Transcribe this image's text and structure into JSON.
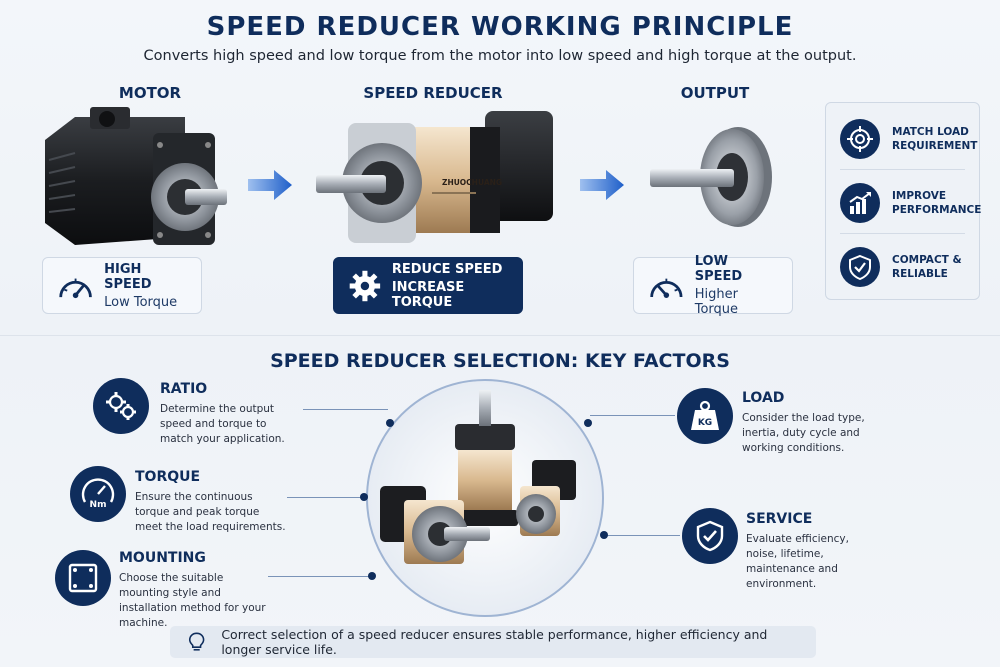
{
  "title": "SPEED REDUCER WORKING PRINCIPLE",
  "subtitle": "Converts high speed and low torque from the motor into low speed and high torque at the output.",
  "stages": [
    {
      "label": "MOTOR",
      "line1": "HIGH SPEED",
      "line2": "Low Torque",
      "icon": "speedometer-icon"
    },
    {
      "label": "SPEED REDUCER",
      "line1": "REDUCE SPEED",
      "line2": "INCREASE TORQUE",
      "icon": "gear-icon",
      "product_text": "ZHUOCHUANG"
    },
    {
      "label": "OUTPUT",
      "line1": "LOW SPEED",
      "line2": "Higher Torque",
      "icon": "speedometer-icon"
    }
  ],
  "benefits": [
    {
      "text": "MATCH LOAD REQUIREMENT",
      "icon": "target-icon"
    },
    {
      "text": "IMPROVE PERFORMANCE",
      "icon": "bar-chart-icon"
    },
    {
      "text": "COMPACT & RELIABLE",
      "icon": "shield-check-icon"
    }
  ],
  "selection_title": "SPEED REDUCER SELECTION: KEY FACTORS",
  "factors": {
    "ratio": {
      "title": "RATIO",
      "desc": "Determine the output speed and torque to match your application.",
      "icon": "gears-icon"
    },
    "torque": {
      "title": "TORQUE",
      "desc": "Ensure the continuous torque and peak torque meet the load requirements.",
      "icon": "gauge-icon",
      "unit": "Nm"
    },
    "mounting": {
      "title": "MOUNTING",
      "desc": "Choose the suitable mounting style and installation method for your machine.",
      "icon": "mounting-plate-icon"
    },
    "load": {
      "title": "LOAD",
      "desc": "Consider the load type, inertia, duty cycle and working conditions.",
      "icon": "weight-icon",
      "unit": "KG"
    },
    "service": {
      "title": "SERVICE",
      "desc": "Evaluate efficiency, noise, lifetime, maintenance and environment.",
      "icon": "shield-check-icon"
    }
  },
  "footer": {
    "text": "Correct selection of a speed reducer ensures stable performance, higher efficiency and longer service life.",
    "icon": "lightbulb-icon"
  },
  "colors": {
    "navy": "#0f2d5c",
    "accent_blue": "#2f6fd6"
  }
}
